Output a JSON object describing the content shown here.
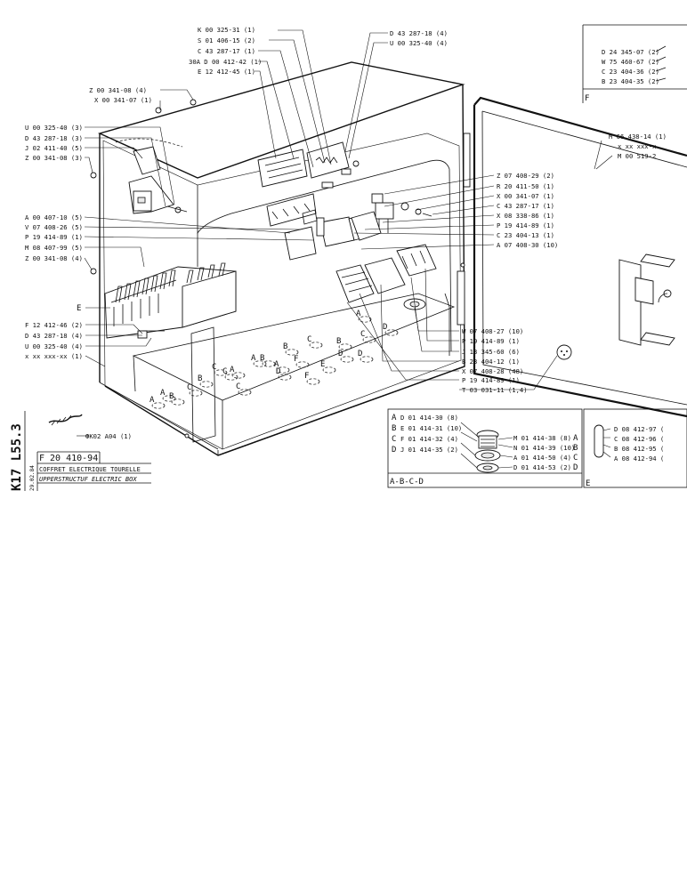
{
  "drawing": {
    "side_code": "K17 L55.3",
    "date": "29.02.84",
    "number": "F 20 410-94",
    "title_fr": "COFFRET ELECTRIQUE TOURELLE",
    "title_en": "UPPERSTRUCTUF ELECTRIC BOX"
  },
  "callouts_top": [
    "K 00 325-31 (1)",
    "S 01 406-15 (2)",
    "C 43 287-17 (1)",
    "30A D 00 412-42 (1)",
    "E 12 412-45 (1)"
  ],
  "callouts_top_right": [
    "D 43 287-18 (4)",
    "U 00 325-40 (4)"
  ],
  "callouts_left_top": [
    "Z 00 341-08 (4)",
    "X 00 341-07 (1)"
  ],
  "callouts_left": [
    "U 00 325-40 (3)",
    "D 43 287-18 (3)",
    "J 02 411-40 (5)",
    "Z 00 341-08 (3)",
    "A 00 407-10 (5)",
    "V 07 408-26 (5)",
    "P 19 414-89 (1)",
    "M 08 407-99 (5)",
    "Z 00 341-08 (4)"
  ],
  "letter_e": "E",
  "callouts_left_bottom": [
    "F 12 412-46 (2)",
    "D 43 287-18 (4)",
    "U 00 325-40 (4)",
    "x xx xxx-xx (1)"
  ],
  "callout_wire": "ФK02 A04 (1)",
  "callouts_right_mid": [
    "Z 07 408-29 (2)",
    "R 20 411-50 (1)",
    "X 00 341-07 (1)",
    "C 43 287-17 (1)",
    "X 08 338-86 (1)",
    "P 19 414-89 (1)",
    "C 23 404-13 (1)",
    "A 07 408-30 (10)"
  ],
  "callouts_right_low": [
    "W 07 408-27 (10)",
    "P 19 414-89 (1)",
    "J 13 345-60 (6)",
    "B 23 404-12 (1)",
    "X 07 408-28 (48)",
    "P 19 414-89 (1)",
    "T 03 031-11 (1,4)"
  ],
  "inset_f": {
    "items": [
      "D 24 345-07 (2)",
      "W 75 460-67 (2)",
      "C 23 404-36 (2)",
      "B 23 404-35 (2)"
    ],
    "label": "F"
  },
  "door_callouts": [
    "M 66 438-14 (1)",
    "x xx xxx-x",
    "M 00 519-2"
  ],
  "inset_abcd": {
    "left": [
      {
        "letter": "A",
        "text": "D 01 414-30 (8)"
      },
      {
        "letter": "B",
        "text": "E 01 414-31 (10)"
      },
      {
        "letter": "C",
        "text": "F 01 414-32 (4)"
      },
      {
        "letter": "D",
        "text": "J 01 414-35 (2)"
      }
    ],
    "right": [
      {
        "letter": "A",
        "text": "M 01 414-38 (8)"
      },
      {
        "letter": "B",
        "text": "N 01 414-39 (10)"
      },
      {
        "letter": "C",
        "text": "A 01 414-50 (4)"
      },
      {
        "letter": "D",
        "text": "D 01 414-53 (2)"
      }
    ],
    "label": "A-B-C-D"
  },
  "inset_e": {
    "items": [
      "D 08 412-97 (",
      "C 08 412-96 (",
      "B 08 412-95 (",
      "A 08 412-94 ("
    ],
    "label": "E"
  },
  "hole_letters": [
    "A",
    "B",
    "C",
    "D",
    "A",
    "B",
    "C",
    "A",
    "B",
    "C",
    "D",
    "A",
    "B",
    "C",
    "D",
    "E",
    "F",
    "A",
    "A",
    "B",
    "C",
    "C",
    "F",
    "D"
  ]
}
